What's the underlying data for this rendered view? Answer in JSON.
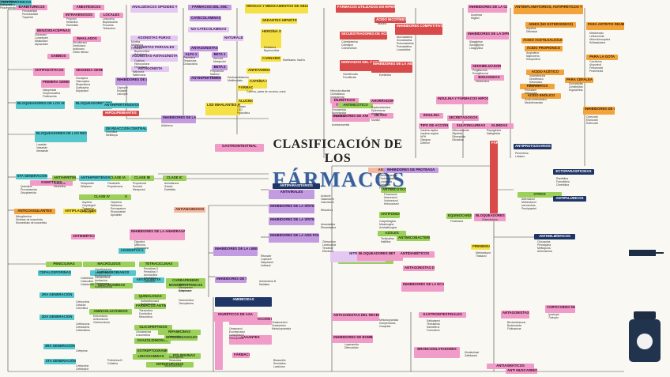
{
  "title": {
    "line1": "CLASIFICACIÓN DE LOS",
    "line2": "FÁRMACOS"
  },
  "palette": {
    "purple": "#c39be0",
    "teal": "#56c7cc",
    "green": "#9bd05a",
    "yellow": "#f5e046",
    "orange": "#f2a33a",
    "pink": "#f19bc9",
    "red": "#d94a4a",
    "blue": "#5b8ad8",
    "navy": "#1f3566"
  },
  "boxes": [
    {
      "t": "BARBITÚRICOS",
      "c": "pink"
    },
    {
      "t": "ANESTÉSICOS",
      "c": "pink"
    },
    {
      "t": "INTRAVENOSOS",
      "c": "pink"
    },
    {
      "t": "LOCALES",
      "c": "pink"
    },
    {
      "t": "BENZODIACEPINAS",
      "c": "pink"
    },
    {
      "t": "INHALADOS",
      "c": "pink"
    },
    {
      "t": "ANALGÉSICOS OPIOIDES Y ANTAGONISTAS",
      "c": "lilac"
    },
    {
      "t": "AGONISTAS PURAS",
      "c": "lilac"
    },
    {
      "t": "AGONISTAS PARCIALES",
      "c": "lilac"
    },
    {
      "t": "AGONISTAS-ANTAGONISTAS MIXTOS",
      "c": "lilac"
    },
    {
      "t": "ANTAGONISTA",
      "c": "lilac"
    },
    {
      "t": "FÁRMACOS DEL SNC",
      "c": "purple"
    },
    {
      "t": "CATECOLAMINAS",
      "c": "purple"
    },
    {
      "t": "NO CATECOLAMINAS",
      "c": "lilac"
    },
    {
      "t": "NATURALES",
      "c": "lilac"
    },
    {
      "t": "ANTIPSICÓTICOS Y GENERACIÓN",
      "c": "pink"
    },
    {
      "t": "SEGUNDA GENERACIÓN",
      "c": "pink"
    },
    {
      "t": "PRIMERA GENERACIÓN",
      "c": "pink"
    },
    {
      "t": "GABBOS",
      "c": "pink"
    },
    {
      "t": "ANTAGONISTAS",
      "c": "purple"
    },
    {
      "t": "ALFA 1",
      "c": "purple"
    },
    {
      "t": "BETA 1",
      "c": "purple"
    },
    {
      "t": "BETA 2",
      "c": "purple"
    },
    {
      "t": "BLOQUEADORES DE LOS ADRENORECEPTORES",
      "c": "teal"
    },
    {
      "t": "BLOQUEADORES DE LOS ADRENORECEPTORES",
      "c": "teal"
    },
    {
      "t": "INHIBIDORES DE LA ECA",
      "c": "purple"
    },
    {
      "t": "ANTIHIPERTENSIVOS",
      "c": "purple"
    },
    {
      "t": "INHIBIDORES DE LA RENINA",
      "c": "purple"
    },
    {
      "t": "ANTIHIPERTENSIVOS",
      "c": "teal"
    },
    {
      "t": "DE REACCIÓN CENTRAL",
      "c": "teal"
    },
    {
      "t": "BLOQUEADORES DE LOS RECEPTORES DE ANGIOTENSINA II",
      "c": "teal"
    },
    {
      "t": "DROGAS Y MEDICAMENTOS DE ABUSO",
      "c": "yellow"
    },
    {
      "t": "SEDANTES HIPNÓTICOS",
      "c": "yellow"
    },
    {
      "t": "HEROÍNA OPIÁCEOS ALCOHOL TABACO",
      "c": "yellow"
    },
    {
      "t": "CANNABIS",
      "c": "yellow"
    },
    {
      "t": "ANFETAMINAS",
      "c": "yellow"
    },
    {
      "t": "CAFEÍNA COCAÍNA",
      "c": "yellow"
    },
    {
      "t": "ALUCINÓGENOS",
      "c": "yellow"
    },
    {
      "t": "FÁRMACOS DEL CEL",
      "c": "yellow"
    },
    {
      "t": "LSD INHALANTES FENCICLIDINA",
      "c": "yellow"
    },
    {
      "t": "FÁRMACOS UTILIZADOS EN HIPERLIPIDEMIAS",
      "c": "red"
    },
    {
      "t": "SECUESTRADORES DE ÁCIDOS BILIARES",
      "c": "red"
    },
    {
      "t": "DERIVADOS DEL ÁCIDO FÍBRICO (FIBRATOS)",
      "c": "red"
    },
    {
      "t": "INHIBIDORES DE LA ABSORCIÓN INTESTINAL DE COLESTEROL",
      "c": "red"
    },
    {
      "t": "INHIBIDORES COMPETITIVOS DE LA HMG-COA REDUCTASA",
      "c": "red"
    },
    {
      "t": "ÁCIDO NICOTÍNICO",
      "c": "red"
    },
    {
      "t": "INHIBIDORES DE LA GLUCOSIDASA",
      "c": "pink"
    },
    {
      "t": "INHIBIDORES DE LA DIPEPTIDILPEPTIDASA 4",
      "c": "pink"
    },
    {
      "t": "SENSIBILIZADORES",
      "c": "pink"
    },
    {
      "t": "INSULINA",
      "c": "pink"
    },
    {
      "t": "TIPO DE ACCIÓN",
      "c": "pink"
    },
    {
      "t": "SULFONILUREAS",
      "c": "pink"
    },
    {
      "t": "GLINIDAS",
      "c": "pink"
    },
    {
      "t": "SECRETAGOGOS",
      "c": "pink"
    },
    {
      "t": "INSULINA Y FÁRMACOS HIPOGLUCEMIANTES",
      "c": "pink"
    },
    {
      "t": "BIGUANIDAS",
      "c": "pink"
    },
    {
      "t": "ANTIINFLAMATORIOS, ANTIPIRÉTICOS Y ANALGÉSICOS",
      "c": "orange"
    },
    {
      "t": "AINES (NO ESTEROIDEOS)",
      "c": "orange"
    },
    {
      "t": "ÁCIDO ACETILSALICÍLICO",
      "c": "orange"
    },
    {
      "t": "ÁCIDO PROPIÓNICO",
      "c": "orange"
    },
    {
      "t": "ÁCIDO ACÉTICO",
      "c": "orange"
    },
    {
      "t": "FENAMATOS",
      "c": "orange"
    },
    {
      "t": "ÁCIDO ENÓLICO",
      "c": "orange"
    },
    {
      "t": "PARA ARTRITIS REUMATOIDE",
      "c": "orange"
    },
    {
      "t": "PARA LA GOTA",
      "c": "orange"
    },
    {
      "t": "PARA CEFALEA",
      "c": "orange"
    },
    {
      "t": "INHIBIDORES DE COX-2",
      "c": "orange"
    },
    {
      "t": "ANTIHISTAMÍNICOS",
      "c": "salmon"
    },
    {
      "t": "DIURÉTICOS",
      "c": "pink"
    },
    {
      "t": "TIAZIDAS",
      "c": "pink"
    },
    {
      "t": "INHIBIDORES DE ANHIDRASA CARBÓNICA",
      "c": "pink"
    },
    {
      "t": "AHORRADORES DE POTASIO",
      "c": "pink"
    },
    {
      "t": "DE ASA",
      "c": "pink"
    },
    {
      "t": "OSMÓTICOS",
      "c": "pink"
    },
    {
      "t": "ANTIMICROBIANOS",
      "c": "teal"
    },
    {
      "t": "AMINOGLUCÓSIDOS",
      "c": "green"
    },
    {
      "t": "MACRÓLIDOS",
      "c": "green"
    },
    {
      "t": "FÁRMACOS ANTIMICROBIANOS",
      "c": "green"
    },
    {
      "t": "QUINOLONAS",
      "c": "green"
    },
    {
      "t": "TETRACICLINAS",
      "c": "green"
    },
    {
      "t": "SULFONAMIDAS",
      "c": "green"
    },
    {
      "t": "PENICILINAS",
      "c": "green"
    },
    {
      "t": "CEFALOSPORINAS",
      "c": "teal"
    },
    {
      "t": "1RA GENERACIÓN",
      "c": "teal"
    },
    {
      "t": "2DA GENERACIÓN",
      "c": "teal"
    },
    {
      "t": "3RA GENERACIÓN",
      "c": "teal"
    },
    {
      "t": "4TA GENERACIÓN",
      "c": "teal"
    },
    {
      "t": "5TA GENERACIÓN",
      "c": "teal"
    },
    {
      "t": "ANTIARRÍTMICOS",
      "c": "green"
    },
    {
      "t": "CLASE IA",
      "c": "green"
    },
    {
      "t": "CLASE IB",
      "c": "green"
    },
    {
      "t": "CLASE IC",
      "c": "green"
    },
    {
      "t": "CLASE II",
      "c": "green"
    },
    {
      "t": "CLASE III",
      "c": "green"
    },
    {
      "t": "CLASE IV",
      "c": "green"
    },
    {
      "t": "ANTICOAGULANTES",
      "c": "orange"
    },
    {
      "t": "ANTIPLAQUETARIOS",
      "c": "yellow"
    },
    {
      "t": "ANTIANGINOSOS",
      "c": "salmon"
    },
    {
      "t": "INHIBIDORES DE LA ANHIDRASA CARBÓNICA",
      "c": "pink"
    },
    {
      "t": "FÁRMACOS DE LA INSUFICIENCIA CARDÍACA",
      "c": "red"
    },
    {
      "t": "ANTIPARASITARIOS",
      "c": "navy"
    },
    {
      "t": "ANTIVIRALES",
      "c": "purple"
    },
    {
      "t": "INHIBIDORES DE LA SÍNTESIS DE PROTEÍNAS VIRALES",
      "c": "purple"
    },
    {
      "t": "INHIBIDORES DE LA SÍNTESIS DE ARNm",
      "c": "purple"
    },
    {
      "t": "INHIBIDORES DE LA ADN POLIMERASA",
      "c": "purple"
    },
    {
      "t": "INHIBIDORES DE LA LIBERACIÓN DE GENOMA VIRAL",
      "c": "purple"
    },
    {
      "t": "INHIBIDORES DE TRANSCRIPTASA INVERSA",
      "c": "purple"
    },
    {
      "t": "INHIBIDORES DE PROTEASA",
      "c": "purple"
    },
    {
      "t": "ANTIMICÓTICOS",
      "c": "green"
    },
    {
      "t": "ANTIFÚNGICOS",
      "c": "green"
    },
    {
      "t": "AZOLES",
      "c": "green"
    },
    {
      "t": "EQUINOCANDINAS",
      "c": "green"
    },
    {
      "t": "ALILAMINAS",
      "c": "green"
    },
    {
      "t": "NITRATOS",
      "c": "lilac"
    },
    {
      "t": "ANTAGONISTAS DE RECEPTORES DE ANGIOTENSINA II",
      "c": "pink"
    },
    {
      "t": "INHIBIDORES DE LA ECA",
      "c": "pink"
    },
    {
      "t": "BLOQUEADORES DE CANALES DE CALCIO",
      "c": "pink"
    },
    {
      "t": "PIRIMIDINAS FLUORADAS",
      "c": "yellow"
    },
    {
      "t": "OTROS",
      "c": "green"
    },
    {
      "t": "ANTIPROTOZOARIOS",
      "c": "navy"
    },
    {
      "t": "ANTIHELMÍNTICOS",
      "c": "navy"
    },
    {
      "t": "ECTOPARASITICIDAS",
      "c": "navy"
    },
    {
      "t": "ANTIPALÚDICOS",
      "c": "navy"
    },
    {
      "t": "AMEBICIDAS",
      "c": "navy"
    },
    {
      "t": "FÁRMACOS DE ACCIÓN EN EL APARATO DIGESTIVO",
      "c": "pink"
    },
    {
      "t": "ANTAGONISTAS DEL RECEPTOR H2",
      "c": "pink"
    },
    {
      "t": "INHIBIDORES DE BOMBA DE PROTONES",
      "c": "pink"
    },
    {
      "t": "FÁRMACOS REGULADORES",
      "c": "pink"
    },
    {
      "t": "LAXANTES",
      "c": "pink"
    },
    {
      "t": "UTILIZADOS EN TRASTORNOS DE MOTILIDAD",
      "c": "pink"
    },
    {
      "t": "GASTROINTESTINALES",
      "c": "pink"
    },
    {
      "t": "BRONCODILATADORES",
      "c": "pink"
    },
    {
      "t": "ANTAGONISTAS DE LOS RECEPTORES DE LEUCOTRIENOS",
      "c": "pink"
    },
    {
      "t": "CORTICOIDES INHALADOS",
      "c": "pink"
    },
    {
      "t": "ANTI MUSCARÍNICOS",
      "c": "pink"
    },
    {
      "t": "ANTIASMÁTICOS",
      "c": "pink"
    },
    {
      "t": "ANTIEMÉTICOS",
      "c": "pink"
    },
    {
      "t": "AGONISTAS α",
      "c": "teal"
    },
    {
      "t": "ANTAGONISTA",
      "c": "teal"
    },
    {
      "t": "CARBAPENEMS",
      "c": "green"
    },
    {
      "t": "MONOBACTÁMICOS",
      "c": "green"
    },
    {
      "t": "GLICOPÉPTIDOS",
      "c": "green"
    },
    {
      "t": "ESTREPTOGRAMINAS",
      "c": "green"
    },
    {
      "t": "LINCOSAMIDAS",
      "c": "green"
    },
    {
      "t": "OXAZOLIDINONAS",
      "c": "green"
    },
    {
      "t": "RIFAMICINAS",
      "c": "green"
    },
    {
      "t": "NITROIMIDAZOLES",
      "c": "green"
    },
    {
      "t": "POLIMIXINAS",
      "c": "green"
    },
    {
      "t": "NITROFURANOS",
      "c": "green"
    },
    {
      "t": "ANTIMICOBACTERIANOS",
      "c": "green"
    },
    {
      "t": "ANTIMICÓTICO",
      "c": "green"
    },
    {
      "t": "DIURÉTICOS DE ASA",
      "c": "pink"
    },
    {
      "t": "GASTROINTESTINAL",
      "c": "pink"
    },
    {
      "t": "BLOQUEADORES BETA ADRENÉRGICOS",
      "c": "pink"
    },
    {
      "t": "ANTIDIABÉTICOS",
      "c": "pink"
    },
    {
      "t": "HIPOLIPEMIANTES",
      "c": "red"
    },
    {
      "t": "ANTIHIPERTENSIVOS",
      "c": "teal"
    },
    {
      "t": "ANTIARRÍTMICOS",
      "c": "teal"
    }
  ],
  "lists": [
    "Fenobarbital\nPentobarbital\nTiopental",
    "Propofol\nKetamina\nEtomidato",
    "Lidocaína\nBupivacaína\nProcaína\nTetracaína",
    "Diazepam\nLorazepam\nMidazolam\nAlprazolam",
    "Sevoflurano\nDesflurano\nIsoflurano\nÓxido nitroso",
    "Morfina\nMetadona\nFentanilo",
    "Buprenorfina\nButorfanol",
    "Naloxona\nNaltrexona",
    "Codeína\nHidrocodona\nOxicodona",
    "Haloperidol\nClorpromazina\nFlufenazina",
    "Clozapina\nOlanzapina\nRisperidona\nQuetiapina\nAripiprazol",
    "Prazosina\nTerazosina\nDoxazosina",
    "Atenolol\nMetoprolol",
    "Propranolol\nNadolol\nTimolol",
    "Captopril\nEnalapril\nLisinopril",
    "Losartán\nValsartán\nIrbesartán",
    "Aliskireno",
    "Clonidina\nMetildopa",
    "Hidroclorotiazida\nClortalidona\nIndapamida",
    "Furosemida\nBumetanida\nTorasemida",
    "Espironolactona\nEplerenona\nAmilorida",
    "Acetazolamida",
    "Manitol",
    "Metadona\nBuprenorfina",
    "Marihuana, hachís",
    "Dextroanfetamina\nMetilfenidato",
    "Cafeína, pasta de cocaína, crack",
    "Éxtasis\nLSD\nPsilocibina",
    "Colestiramina\nColestipol\nColesevelam",
    "Gemfibrozilo\nFenofibrato",
    "Ezetimiba",
    "Atorvastatina\nSimvastatina\nRosuvastatina\nPravastatina\nLovastatina",
    "Niacina",
    "Acarbosa\nMiglitol",
    "Sitagliptina\nSaxagliptina\nLinagliptina",
    "Pioglitazona\nRosiglitazona",
    "Metformina",
    "Glibenclamida\nGlipizida\nGlimepirida\nGliclazida",
    "Repaglinida\nNateglinida",
    "Insulina rápida\nInsulina regular\nNPH\nGlargina\nDetemir",
    "Aspirina\nDiflunisal",
    "Ibuprofeno\nNaproxeno\nKetoprofeno",
    "Indometacina\nDiclofenaco\nKetorolaco\nSulindaco",
    "Piroxicam\nMeloxicam",
    "Ácido mefenámico\nMeclofenamato",
    "Celecoxib\nEtoricoxib\nRofecoxib",
    "Metotrexato\nLeflunomida\nHidroxicloroquina\nSulfasalazina",
    "Colchicina\nAlopurinol\nFebuxostat\nProbenecid",
    "Sumatriptán\nZolmitriptán\nErgotamina",
    "Difenhidramina\nClorfeniramina\nLoratadina\nCetirizina\nFexofenadina",
    "Gentamicina\nAmikacina\nTobramicina\nEstreptomicina",
    "Eritromicina\nAzitromicina\nClaritromicina",
    "Ciprofloxacino\nLevofloxacino\nMoxifloxacino",
    "Tetraciclina\nDoxiciclina\nMinociclina",
    "Sulfametoxazol\nSulfadiazina",
    "Penicilina G\nPenicilina V\nAmoxicilina\nAmpicilina\nOxacilina",
    "Cefalexina\nCefazolina\nCefadroxilo",
    "Cefuroxima\nCefaclor\nCefoxitina",
    "Ceftriaxona\nCefotaxima\nCeftazidima",
    "Cefepima",
    "Ceftarolina\nCeftobiprol",
    "Quinidina\nProcainamida\nDisopiramida",
    "Lidocaína\nMexiletina",
    "Flecainida\nPropafenona",
    "Propranolol\nEsmolol\nMetoprolol",
    "Amiodarona\nSotalol\nDofetilida",
    "Verapamilo\nDiltiazem",
    "Heparina\nWarfarina\nEnoxaparina\nRivaroxabán\nApixabán",
    "Aspirina\nClopidogrel\nTicagrelor\nPrasugrel",
    "Nitroglicerina\nDinitrato de isosorbida\nMononitrato de isosorbida",
    "Digoxina\nMilrinona\nDobutamina",
    "Aciclovir\nValaciclovir\nGanciclovir",
    "Ribavirina",
    "Amantadina\nRimantadina",
    "Zidovudina\nLamivudina\nTenofovir\nEfavirenz",
    "Ritonavir\nLopinavir\nSaquinavir\nIndinavir",
    "Anfotericina B\nNistatina",
    "Fluconazol\nItraconazol\nVoriconazol\nKetoconazol",
    "Caspofungina\nMicafungina\nAnidulafungina",
    "Terbinafina\nNaftifina",
    "Flucitosina",
    "Griseofulvina",
    "Metronidazol\nTinidazol",
    "Albendazol\nMebendazol\nIvermectina\nPraziquantel",
    "Permetrina\nLindano",
    "Cloroquina\nPrimaquina\nMefloquina\nArtemisinina",
    "Ranitidina\nFamotidina\nCimetidina",
    "Omeprazol\nEsomeprazol\nLansoprazol\nPantoprazol",
    "Metoclopramida\nDomperidona\nCisaprida",
    "Loperamida\nDifenoxilato",
    "Bisacodilo\nSenósidos\nLactulosa",
    "Ondansetrón\nGranisetrón\nMetoclopramida",
    "Salbutamol\nTerbutalina\nSalmeterol\nFormoterol",
    "Montelukast\nZafirlukast",
    "Beclometasona\nBudesonida\nFluticasona",
    "Ipratropio\nTiotropio",
    "Imipenem\nMeropenem\nErtapenem",
    "Aztreonam",
    "Vancomicina\nTeicoplanina",
    "Clindamicina\nLincomicina",
    "Linezolid",
    "Rifampicina\nRifabutina",
    "Nitrofurantoína",
    "Polimixina B\nColistina",
    "Isoniazida\nEtambutol\nPirazinamida",
    "Quinupristina\nDalfopristina"
  ]
}
